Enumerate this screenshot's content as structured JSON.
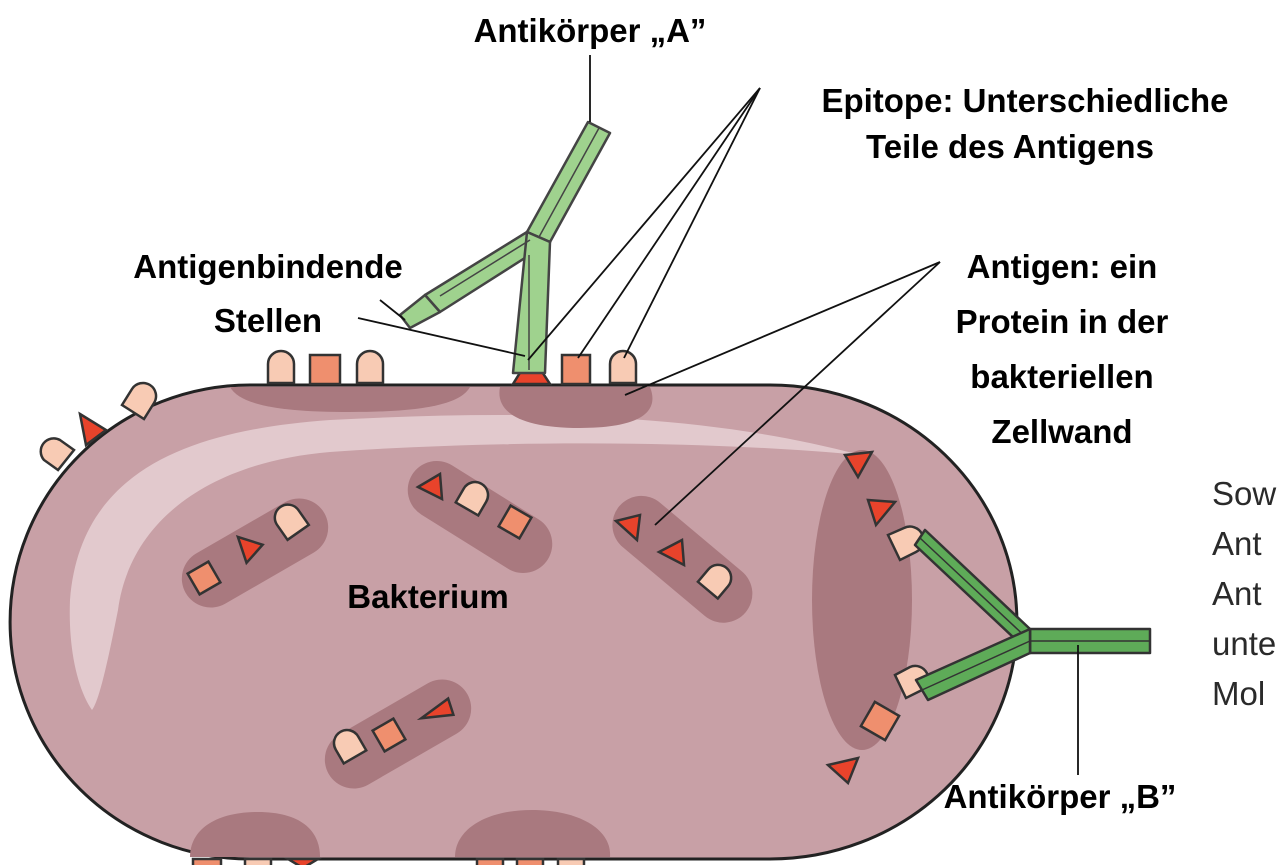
{
  "labels": {
    "antibody_a": "Antikörper „A”",
    "epitope_line1": "Epitope: Unterschiedliche",
    "epitope_line2": "Teile des Antigens",
    "binding_line1": "Antigenbindende",
    "binding_line2": "Stellen",
    "antigen_line1": "Antigen: ein",
    "antigen_line2": "Protein in der",
    "antigen_line3": "bakteriellen",
    "antigen_line4": "Zellwand",
    "bacterium": "Bakterium",
    "antibody_b": "Antikörper „B”"
  },
  "side_note": [
    "Sow",
    "Ant",
    "Ant",
    "unte",
    "Mol"
  ],
  "colors": {
    "bacterium_fill": "#c8a0a6",
    "bacterium_stroke": "#222222",
    "patch": "#a9797f",
    "highlight": "#e6d0d3",
    "antibody_a": "#9fd28e",
    "antibody_b": "#5eab58",
    "epitope_triangle": "#e8432b",
    "epitope_square": "#ef8f6e",
    "epitope_round": "#f8cbb4"
  }
}
